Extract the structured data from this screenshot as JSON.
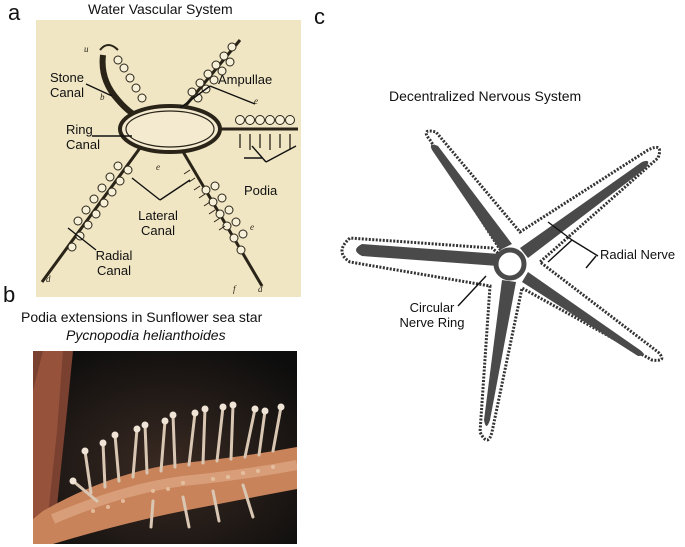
{
  "panels": {
    "a": {
      "letter": "a",
      "title": "Water Vascular System",
      "labels": {
        "stone_canal": "Stone\nCanal",
        "ring_canal": "Ring\nCanal",
        "ampullae": "Ampullae",
        "podia": "Podia",
        "lateral_canal": "Lateral\nCanal",
        "radial_canal": "Radial\nCanal"
      },
      "sketch_letters": {
        "u": "u",
        "b": "b",
        "e1": "e",
        "e2": "e",
        "e3": "e",
        "f": "f",
        "d1": "d",
        "d2": "d"
      }
    },
    "b": {
      "letter": "b",
      "title": "Podia extensions in Sunflower sea star",
      "subtitle": "Pycnopodia helianthoides"
    },
    "c": {
      "letter": "c",
      "title": "Decentralized Nervous System",
      "labels": {
        "radial_nerve": "Radial Nerve",
        "circular_nerve_ring": "Circular\nNerve Ring"
      }
    }
  },
  "colors": {
    "sketch_paper": "#f0e6c4",
    "sketch_ink": "#2a2418",
    "nerve_fill": "#4a4a4a",
    "photo_bg": "#0d0d0d",
    "arm_orange": "#c9835a",
    "podia_tip": "#e9dccb"
  }
}
